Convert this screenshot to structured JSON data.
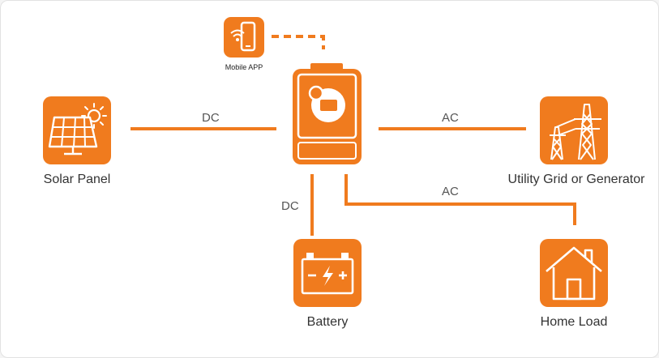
{
  "colors": {
    "accent": "#f07b1e",
    "line": "#f07b1e",
    "text": "#333333"
  },
  "nodes": {
    "mobile_app": {
      "label": "Mobile APP",
      "icon": "smartphone-wifi-icon"
    },
    "inverter": {
      "label": "",
      "icon": "inverter-icon"
    },
    "solar": {
      "label": "Solar Panel",
      "icon": "solar-panel-icon"
    },
    "grid": {
      "label": "Utility Grid or Generator",
      "icon": "transmission-tower-icon"
    },
    "battery": {
      "label": "Battery",
      "icon": "battery-icon"
    },
    "home": {
      "label": "Home Load",
      "icon": "house-icon"
    }
  },
  "connections": {
    "solar_to_inverter": "DC",
    "inverter_to_grid": "AC",
    "inverter_to_battery": "DC",
    "inverter_to_home": "AC"
  }
}
